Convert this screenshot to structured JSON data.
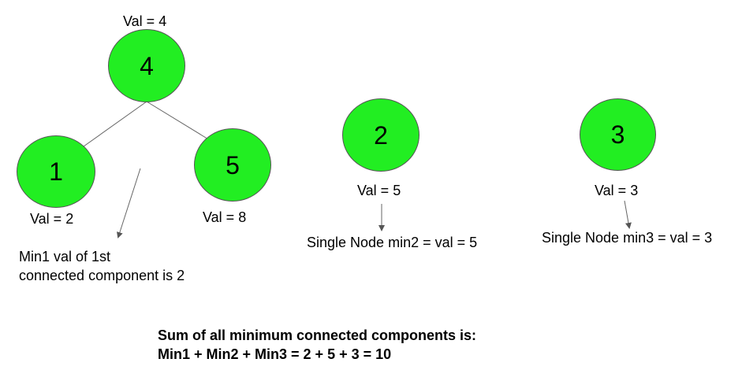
{
  "nodes": {
    "n4": {
      "label": "4",
      "val": "Val = 4"
    },
    "n1": {
      "label": "1",
      "val": "Val = 2"
    },
    "n5": {
      "label": "5",
      "val": "Val = 8"
    },
    "n2": {
      "label": "2",
      "val": "Val = 5"
    },
    "n3": {
      "label": "3",
      "val": "Val = 3"
    }
  },
  "notes": {
    "component1_line1": "Min1 val of 1st",
    "component1_line2": "connected component is 2",
    "component2": "Single Node min2 = val = 5",
    "component3": "Single Node min3 = val = 3"
  },
  "summary": {
    "line1": "Sum of all minimum connected components is:",
    "line2": "Min1 + Min2 + Min3 = 2 + 5 + 3 = 10"
  },
  "colors": {
    "node_fill": "#22ee22",
    "node_border": "#555555",
    "edge": "#666666"
  }
}
